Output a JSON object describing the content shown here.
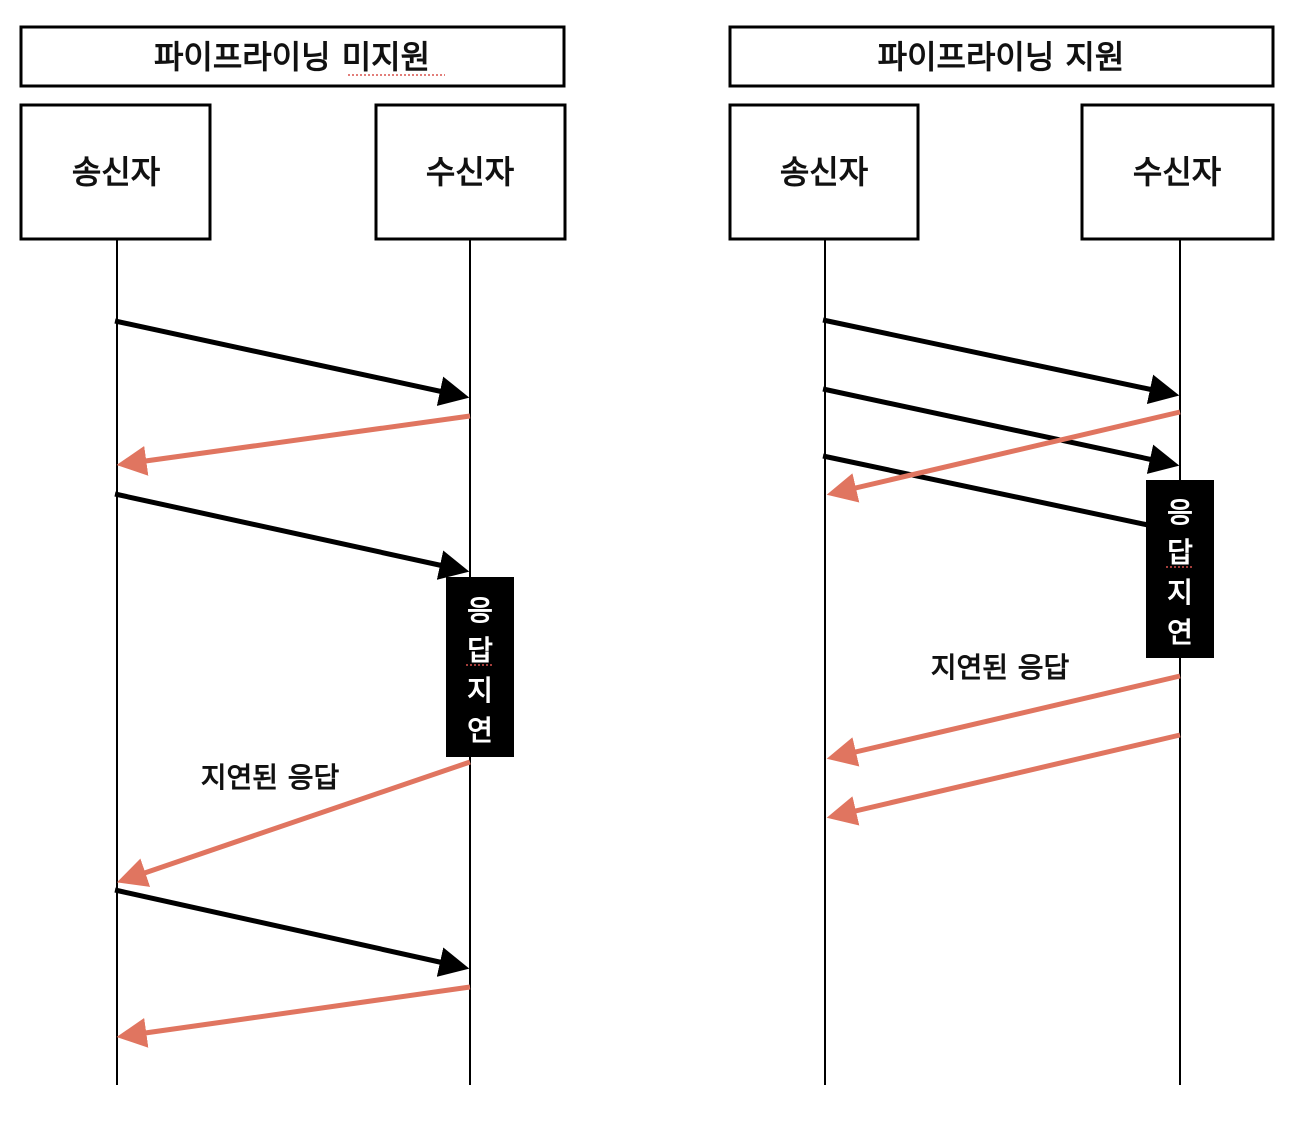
{
  "left": {
    "title": "파이프라이닝 미지원",
    "sender": "송신자",
    "receiver": "수신자",
    "delay_chars": [
      "응",
      "답",
      "지",
      "연"
    ],
    "delayed_label": "지연된 응답"
  },
  "right": {
    "title": "파이프라이닝 지원",
    "sender": "송신자",
    "receiver": "수신자",
    "delay_chars": [
      "응",
      "답",
      "지",
      "연"
    ],
    "delayed_label": "지연된 응답"
  },
  "colors": {
    "request": "#000000",
    "response": "#e07560"
  }
}
